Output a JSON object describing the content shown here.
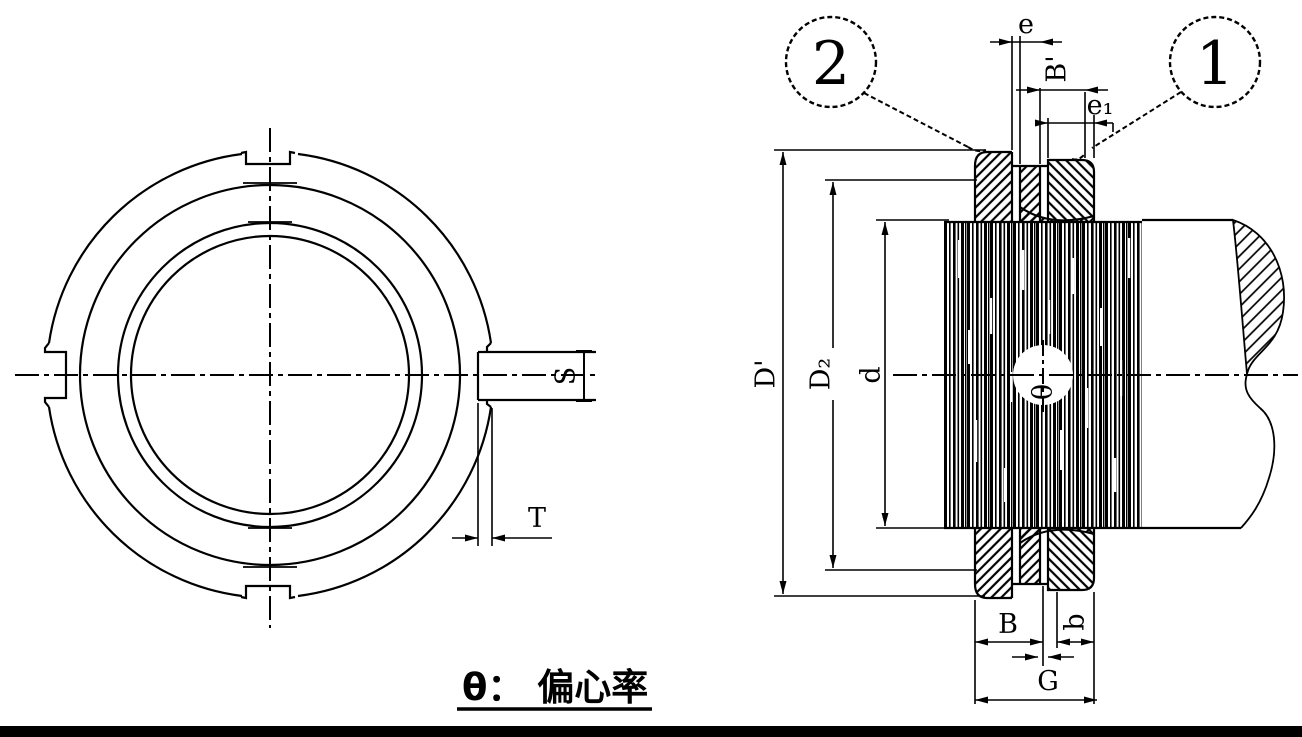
{
  "colors": {
    "line": "#000000",
    "background": "#ffffff",
    "footer_bar": "#000000"
  },
  "front_view": {
    "labels": {
      "slot_width": "S",
      "slot_depth": "T"
    }
  },
  "section_view": {
    "callouts": {
      "washer": "1",
      "nut": "2"
    },
    "labels": {
      "tab_gap": "e",
      "slot_width": "B'",
      "tab_offset": "e₁",
      "outer_diameter": "D'",
      "groove_diameter": "D₂",
      "thread_diameter": "d",
      "nut_width": "B",
      "washer_width": "b",
      "overall_width": "G",
      "eccentricity_symbol": "θ"
    }
  },
  "caption": {
    "text": "θ： 偏心率"
  }
}
